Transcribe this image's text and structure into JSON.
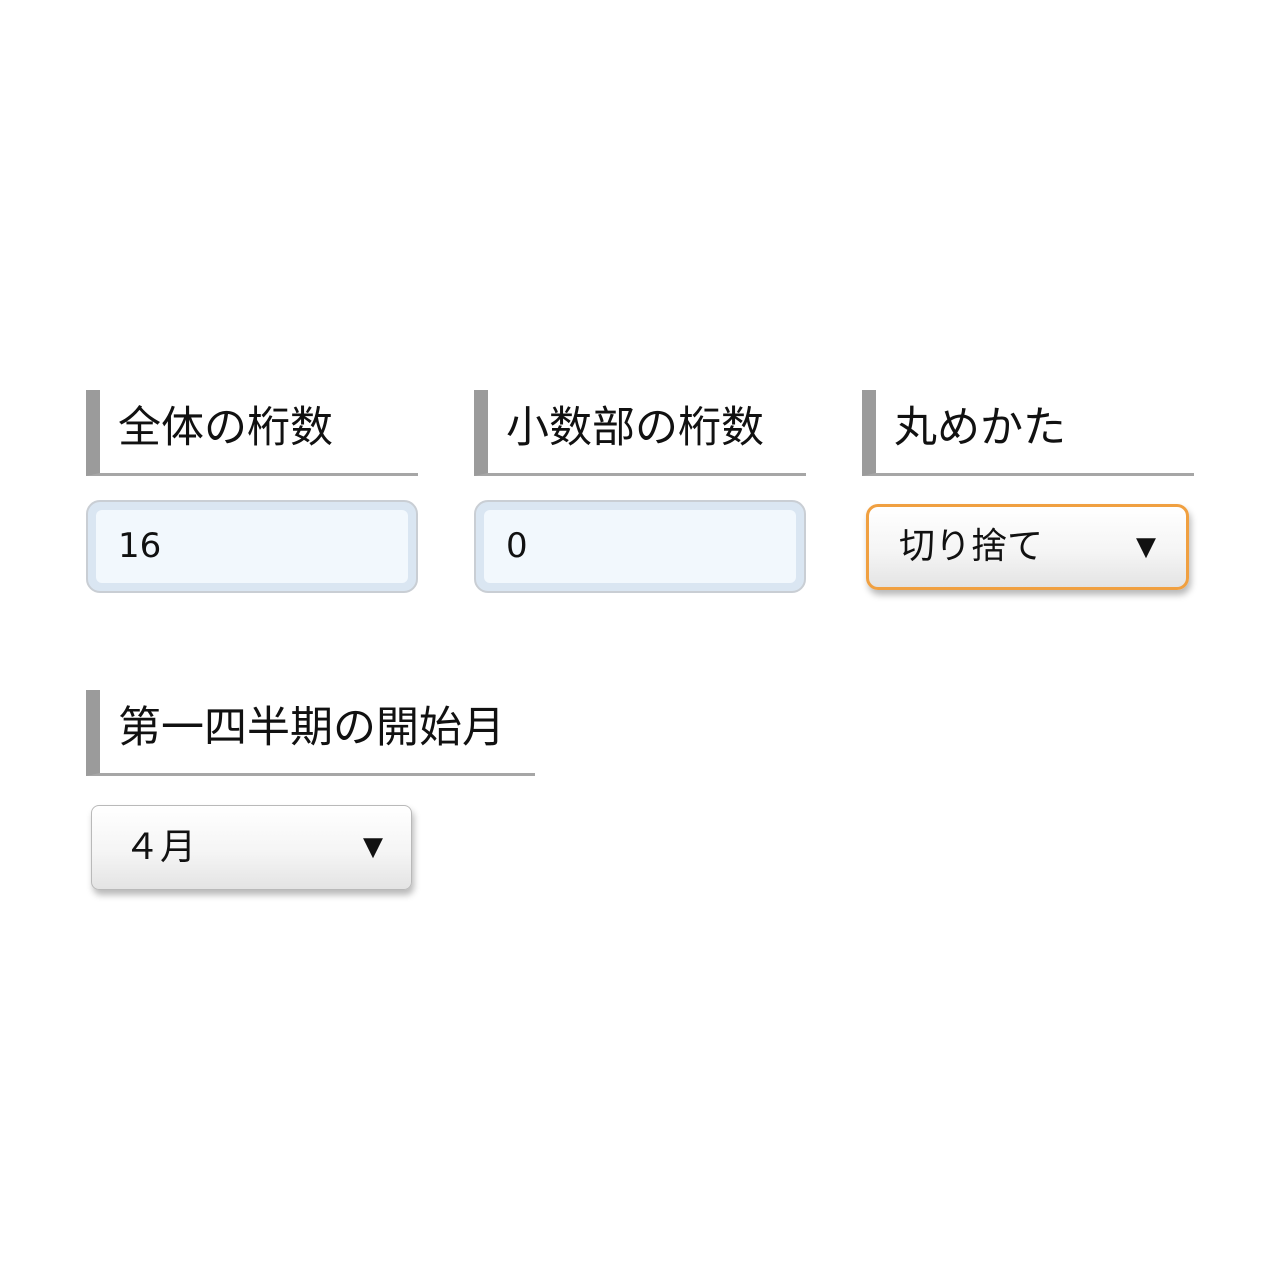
{
  "settings": {
    "total_digits": {
      "label": "全体の桁数",
      "value": "16"
    },
    "decimal_digits": {
      "label": "小数部の桁数",
      "value": "0"
    },
    "rounding": {
      "label": "丸めかた",
      "selected": "切り捨て",
      "arrow": "▼",
      "accent_color": "#f0a041"
    },
    "quarter_start": {
      "label": "第一四半期の開始月",
      "selected": "４月",
      "arrow": "▼"
    }
  },
  "colors": {
    "label_bar": "#9b9b9b",
    "input_fill": "#f2f8fd",
    "input_border": "#dae6f2"
  }
}
